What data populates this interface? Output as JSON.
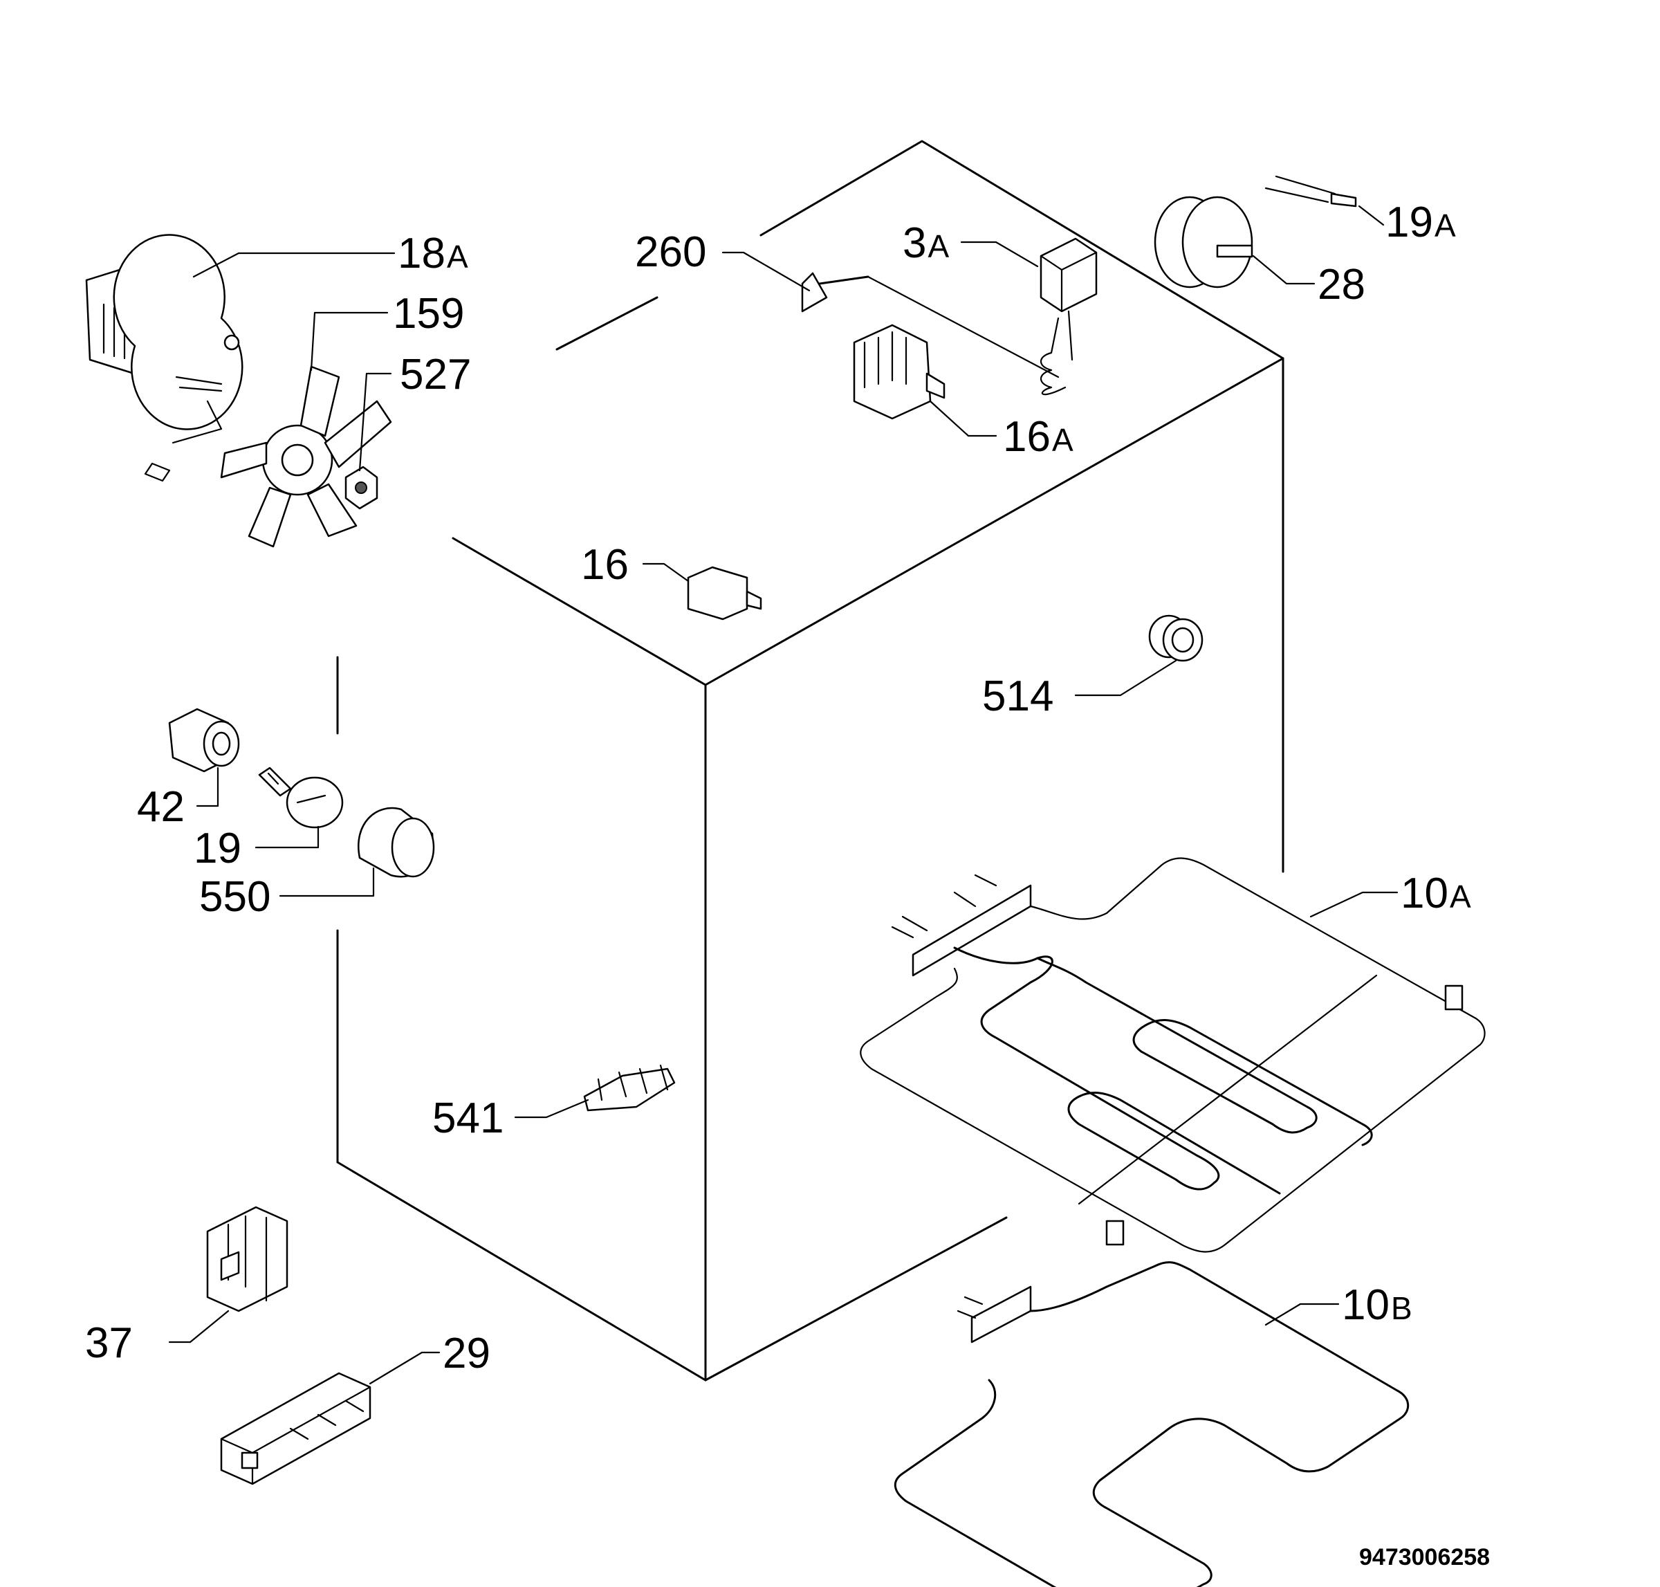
{
  "labels": {
    "l18a_num": "18",
    "l18a_suf": "A",
    "l159": "159",
    "l527": "527",
    "l260": "260",
    "l3a_num": "3",
    "l3a_suf": "A",
    "l19a_num": "19",
    "l19a_suf": "A",
    "l28": "28",
    "l16a_num": "16",
    "l16a_suf": "A",
    "l16": "16",
    "l514": "514",
    "l42": "42",
    "l19": "19",
    "l550": "550",
    "l10a_num": "10",
    "l10a_suf": "A",
    "l541": "541",
    "l10b_num": "10",
    "l10b_suf": "B",
    "l37": "37",
    "l29": "29"
  },
  "diagram_code": "9473006258"
}
